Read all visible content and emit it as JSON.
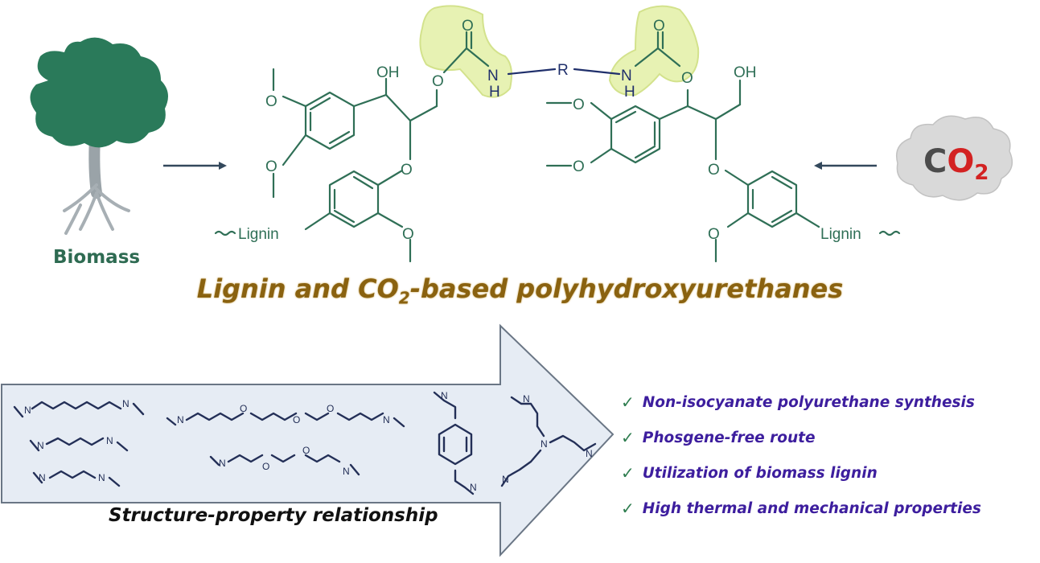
{
  "title": {
    "main": "Lignin and CO",
    "sub": "2",
    "rest": "-based polyhydroxyurethanes"
  },
  "biomass_label": "Biomass",
  "co2": {
    "c": "C",
    "o": "O",
    "sub": "2"
  },
  "structure": {
    "oh": "OH",
    "o": "O",
    "nh_n": "N",
    "nh_h": "H",
    "r": "R",
    "lignin": "Lignin"
  },
  "amine_label": "N",
  "amine_label_h": "H",
  "caption": "Structure-property relationship",
  "benefits": [
    "Non-isocyanate polyurethane synthesis",
    "Phosgene-free route",
    "Utilization of biomass lignin",
    "High thermal and mechanical properties"
  ],
  "check_icon": "✓",
  "colors": {
    "title": "#8a6210",
    "benefit": "#3d1e9e",
    "tree": "#2a7a5a",
    "highlight": "#e7f2b3",
    "arrow_fill": "#e6ecf4"
  }
}
